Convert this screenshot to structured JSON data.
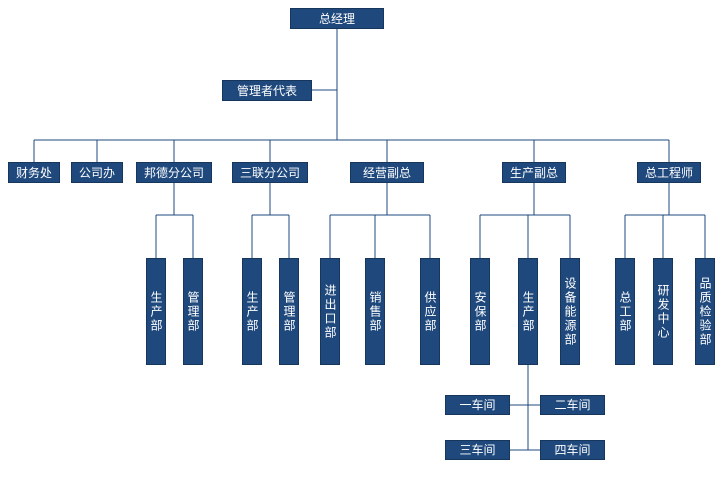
{
  "nodes": {
    "gm": "总经理",
    "rep": "管理者代表",
    "finance": "财务处",
    "office": "公司办",
    "bangde": "邦德分公司",
    "sanlian": "三联分公司",
    "ops_vp": "经营副总",
    "prod_vp": "生产副总",
    "chief_eng": "总工程师",
    "bangde_prod": "生产部",
    "bangde_mgmt": "管理部",
    "sanlian_prod": "生产部",
    "sanlian_mgmt": "管理部",
    "import_export": "进出口部",
    "sales": "销售部",
    "supply": "供应部",
    "security": "安保部",
    "production": "生产部",
    "equipment": "设备能源部",
    "chief_office": "总工部",
    "rd_center": "研发中心",
    "quality": "品质检验部",
    "ws1": "一车间",
    "ws2": "二车间",
    "ws3": "三车间",
    "ws4": "四车间"
  },
  "colors": {
    "background": "#FFFFFF",
    "box_fill": "#1F497D",
    "box_border": "#16365C",
    "box_text": "#FFFFFF",
    "line": "#1F497D"
  }
}
